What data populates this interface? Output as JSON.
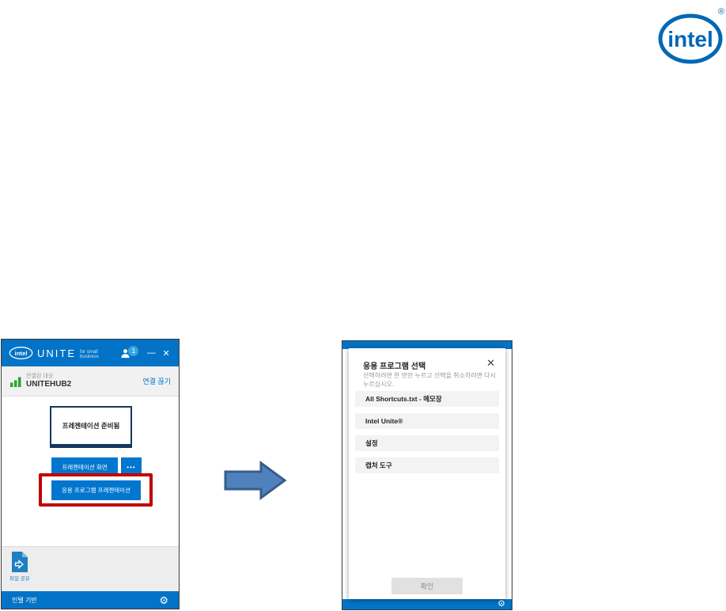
{
  "logo": {
    "brand": "intel",
    "registered": "®"
  },
  "unite_window": {
    "header": {
      "logo_text": "intel",
      "brand": "UNITE",
      "tagline": "for small business",
      "user_count": "1",
      "minimize_label": "—",
      "close_label": "✕"
    },
    "connection": {
      "label": "연결된 대상",
      "target_name": "UNITEHUB2",
      "disconnect_label": "연결 끊기"
    },
    "presentation": {
      "monitor_text": "프레젠테이션 준비됨",
      "present_screen_label": "프레젠테이션 화면",
      "more_label": "•••",
      "present_app_label": "응용 프로그램 프레젠테이션"
    },
    "file_share_label": "파일 공유",
    "footer": {
      "brand_label": "인텔 기반",
      "gear_icon": "⚙"
    }
  },
  "dialog_window": {
    "title": "응용 프로그램 선택",
    "close_label": "✕",
    "subtitle": "선택하려면 한 번만 누르고 선택을 취소하려면 다시 누르십시오.",
    "items": [
      {
        "label": "All Shortcuts.txt - 메모장"
      },
      {
        "label": "Intel Unite®"
      },
      {
        "label": "설정"
      },
      {
        "label": "캡처 도구"
      }
    ],
    "ok_label": "확인",
    "gear_icon": "⚙"
  },
  "colors": {
    "intel_blue": "#0068B5",
    "header_blue": "#0273C6",
    "button_blue": "#0076CE",
    "highlight_red": "#C00000",
    "arrow_fill": "#4F81BD",
    "arrow_border": "#385D8A",
    "signal_green": "#2BA52B"
  }
}
